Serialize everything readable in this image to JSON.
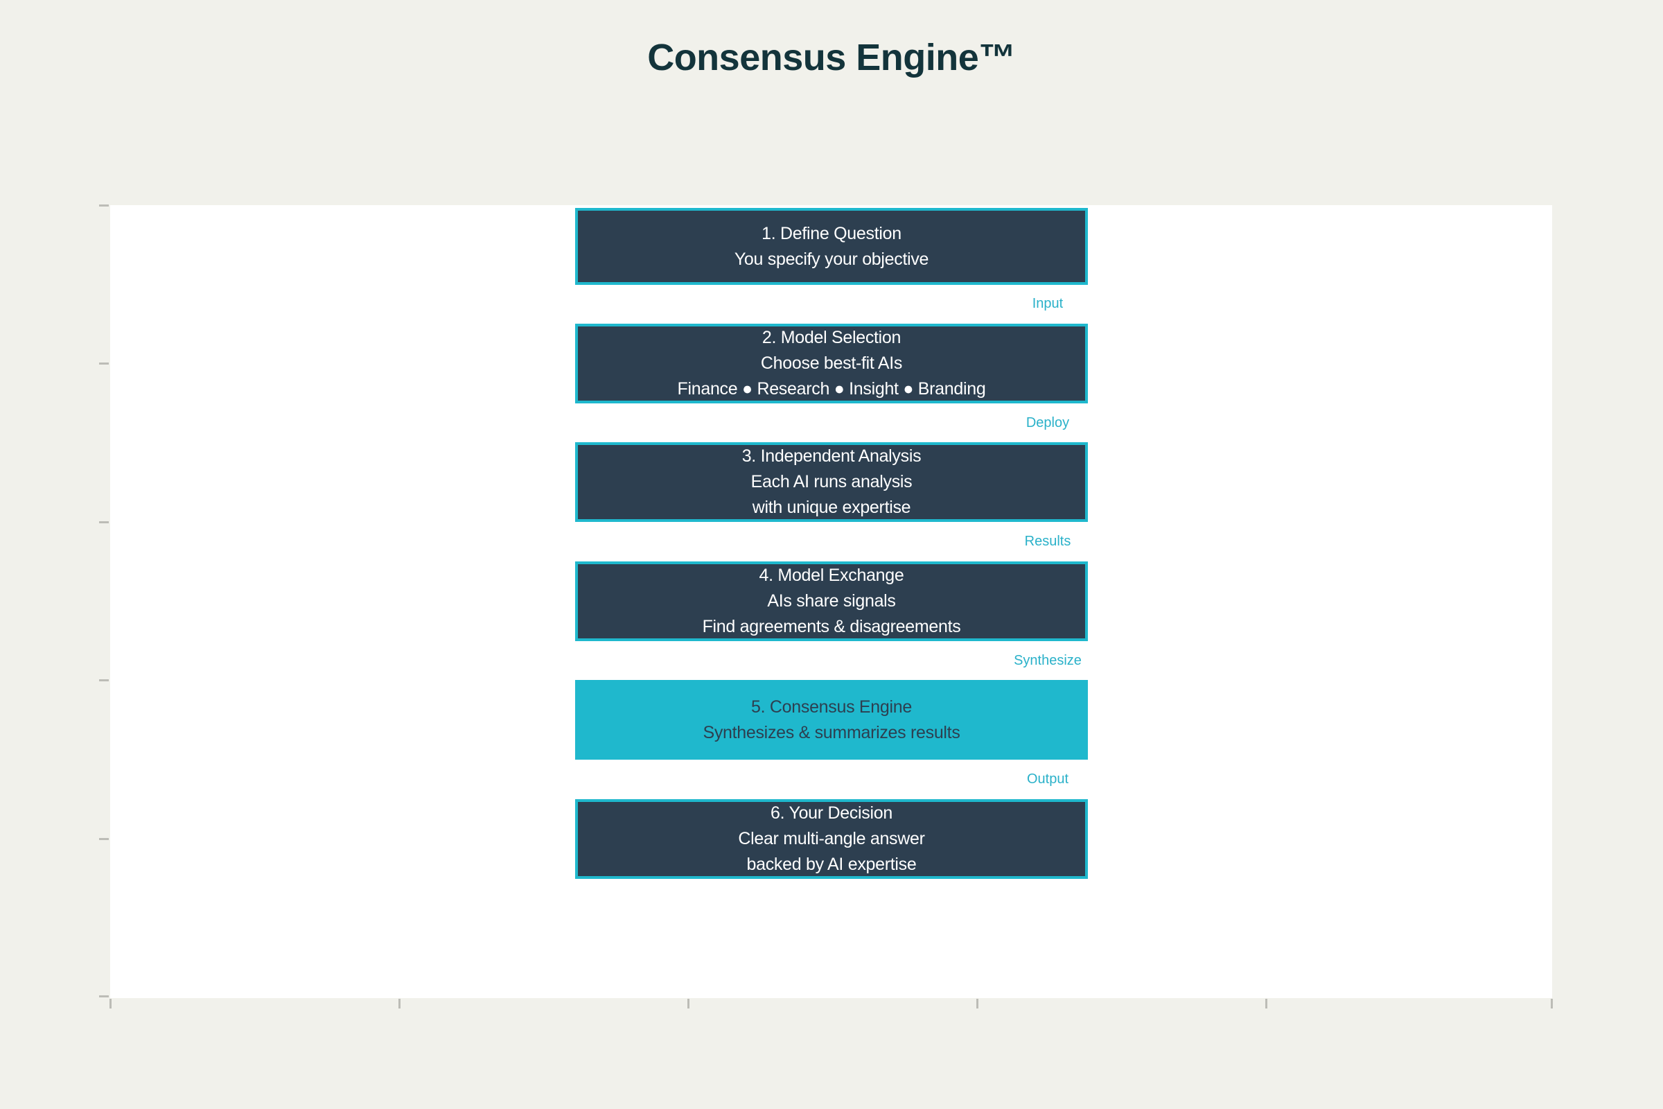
{
  "title": "Consensus Engine™",
  "colors": {
    "background": "#F1F1EB",
    "canvas": "#FFFFFF",
    "accent_cyan": "#1FB8CD",
    "box_fill": "#2D3F50",
    "box_text": "#FFFFFF",
    "accent_box_text": "#2D3F50",
    "title_text": "#13343B",
    "connector_label": "#2AB1C9",
    "axis_tick": "#BCBCB6"
  },
  "flow": {
    "steps": [
      {
        "title": "1. Define Question",
        "lines": [
          "You specify your objective"
        ]
      },
      {
        "title": "2. Model Selection",
        "lines": [
          "Choose best-fit AIs",
          "Finance ● Research ● Insight ● Branding"
        ]
      },
      {
        "title": "3. Independent Analysis",
        "lines": [
          "Each AI runs analysis",
          "with unique expertise"
        ]
      },
      {
        "title": "4. Model Exchange",
        "lines": [
          "AIs share signals",
          "Find agreements & disagreements"
        ]
      },
      {
        "title": "5. Consensus Engine",
        "lines": [
          "Synthesizes & summarizes results"
        ]
      },
      {
        "title": "6. Your Decision",
        "lines": [
          "Clear multi-angle answer",
          "backed by AI expertise"
        ]
      }
    ],
    "connectors": [
      "Input",
      "Deploy",
      "Results",
      "Synthesize",
      "Output"
    ]
  }
}
